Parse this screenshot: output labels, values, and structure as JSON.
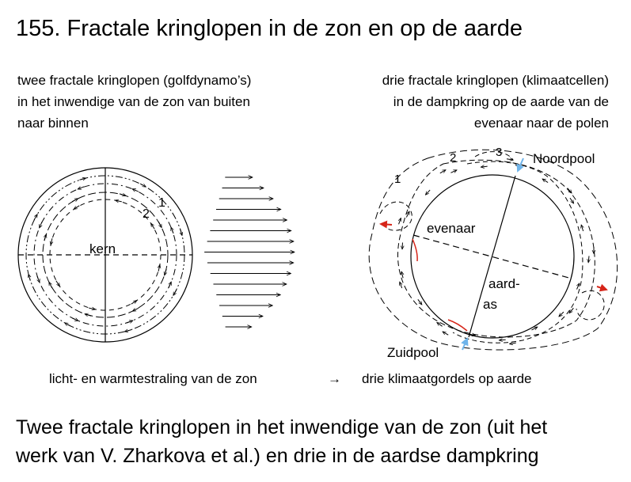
{
  "title": "155. Fractale kringlopen in de zon en op de aarde",
  "left_caption": [
    "twee fractale kringlopen (golfdynamo’s)",
    "in het inwendige van de zon van buiten",
    "naar binnen"
  ],
  "right_caption": [
    "drie fractale kringlopen (klimaatcellen)",
    "in de dampkring op de aarde van de",
    "evenaar naar de polen"
  ],
  "sun_labels": {
    "core": "kern",
    "loop_1": "1",
    "loop_2": "2"
  },
  "earth_labels": {
    "north_pole": "Noordpool",
    "south_pole": "Zuidpool",
    "equator": "evenaar",
    "axis_line1": "aard-",
    "axis_line2": "as",
    "loop_1": "1",
    "loop_2": "2",
    "loop_3": "3"
  },
  "bottom_left": "licht- en warmtestraling van de zon",
  "bottom_arrow": "→",
  "bottom_right": "drie klimaatgordels op aarde",
  "footer": [
    "Twee fractale kringlopen in het inwendige van de zon (uit het",
    "werk van V. Zharkova et al.) en drie in de aardse dampkring"
  ],
  "colors": {
    "ink": "#000000",
    "pole_arrow": "#6fb4ea",
    "red_arrow": "#d62418"
  }
}
